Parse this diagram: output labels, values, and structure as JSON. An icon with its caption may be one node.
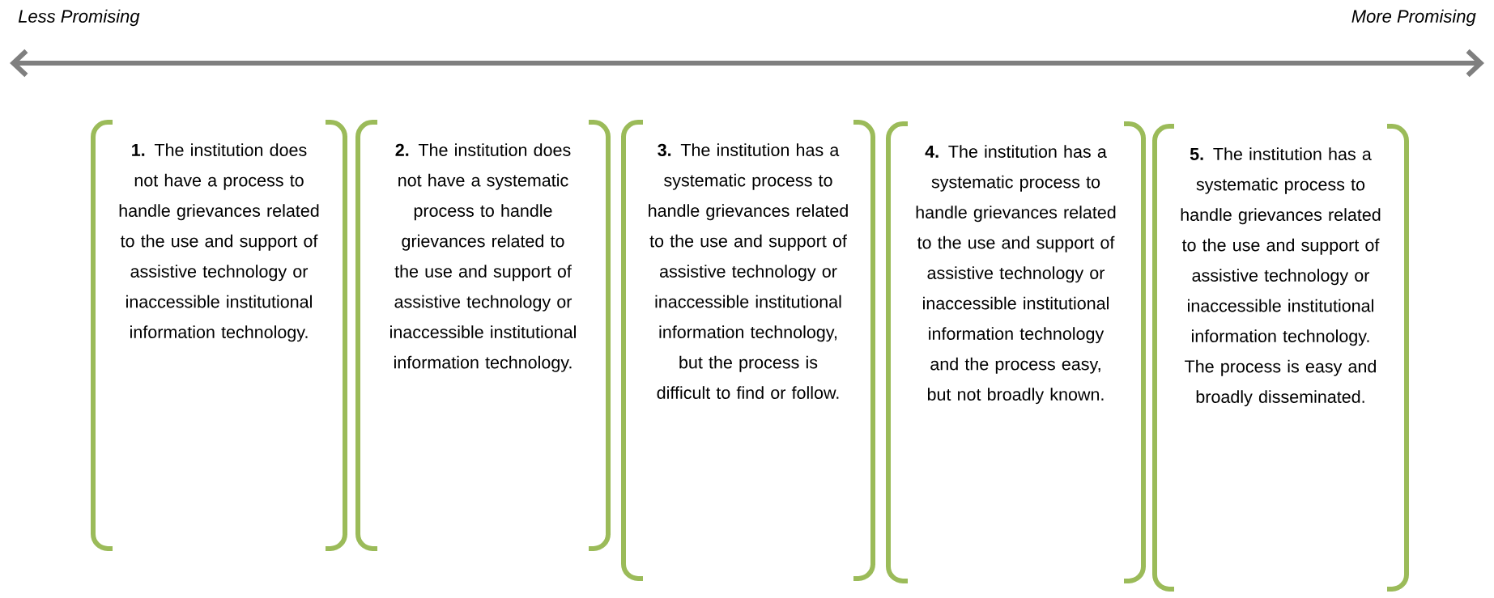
{
  "diagram": {
    "nodes": [
      {
        "text": [
          "**1.** The institution does not have a process to handle grievances related to the use and support of assistive technology or inaccessible institutional information technology."
        ]
      },
      {
        "text": [
          "**2.** The institution does not have a systematic process to handle grievances related to the use and support of assistive technology or inaccessible institutional information technology."
        ]
      },
      {
        "text": [
          "**3.** The institution has a systematic process to handle grievances related to the use and support of assistive technology or inaccessible institutional information technology, but the process is difficult to find or follow."
        ]
      },
      {
        "text": [
          "**4.** The institution has a systematic process to handle grievances related to the use and support of assistive technology or inaccessible institutional information technology and the process easy, but not broadly known."
        ]
      },
      {
        "text": [
          "**5.** The institution has a systematic process to handle grievances related to the use and support of assistive technology or inaccessible institutional information technology. The process is easy and broadly disseminated."
        ]
      }
    ],
    "labels": [
      "Less Promising",
      "More Promising"
    ]
  }
}
